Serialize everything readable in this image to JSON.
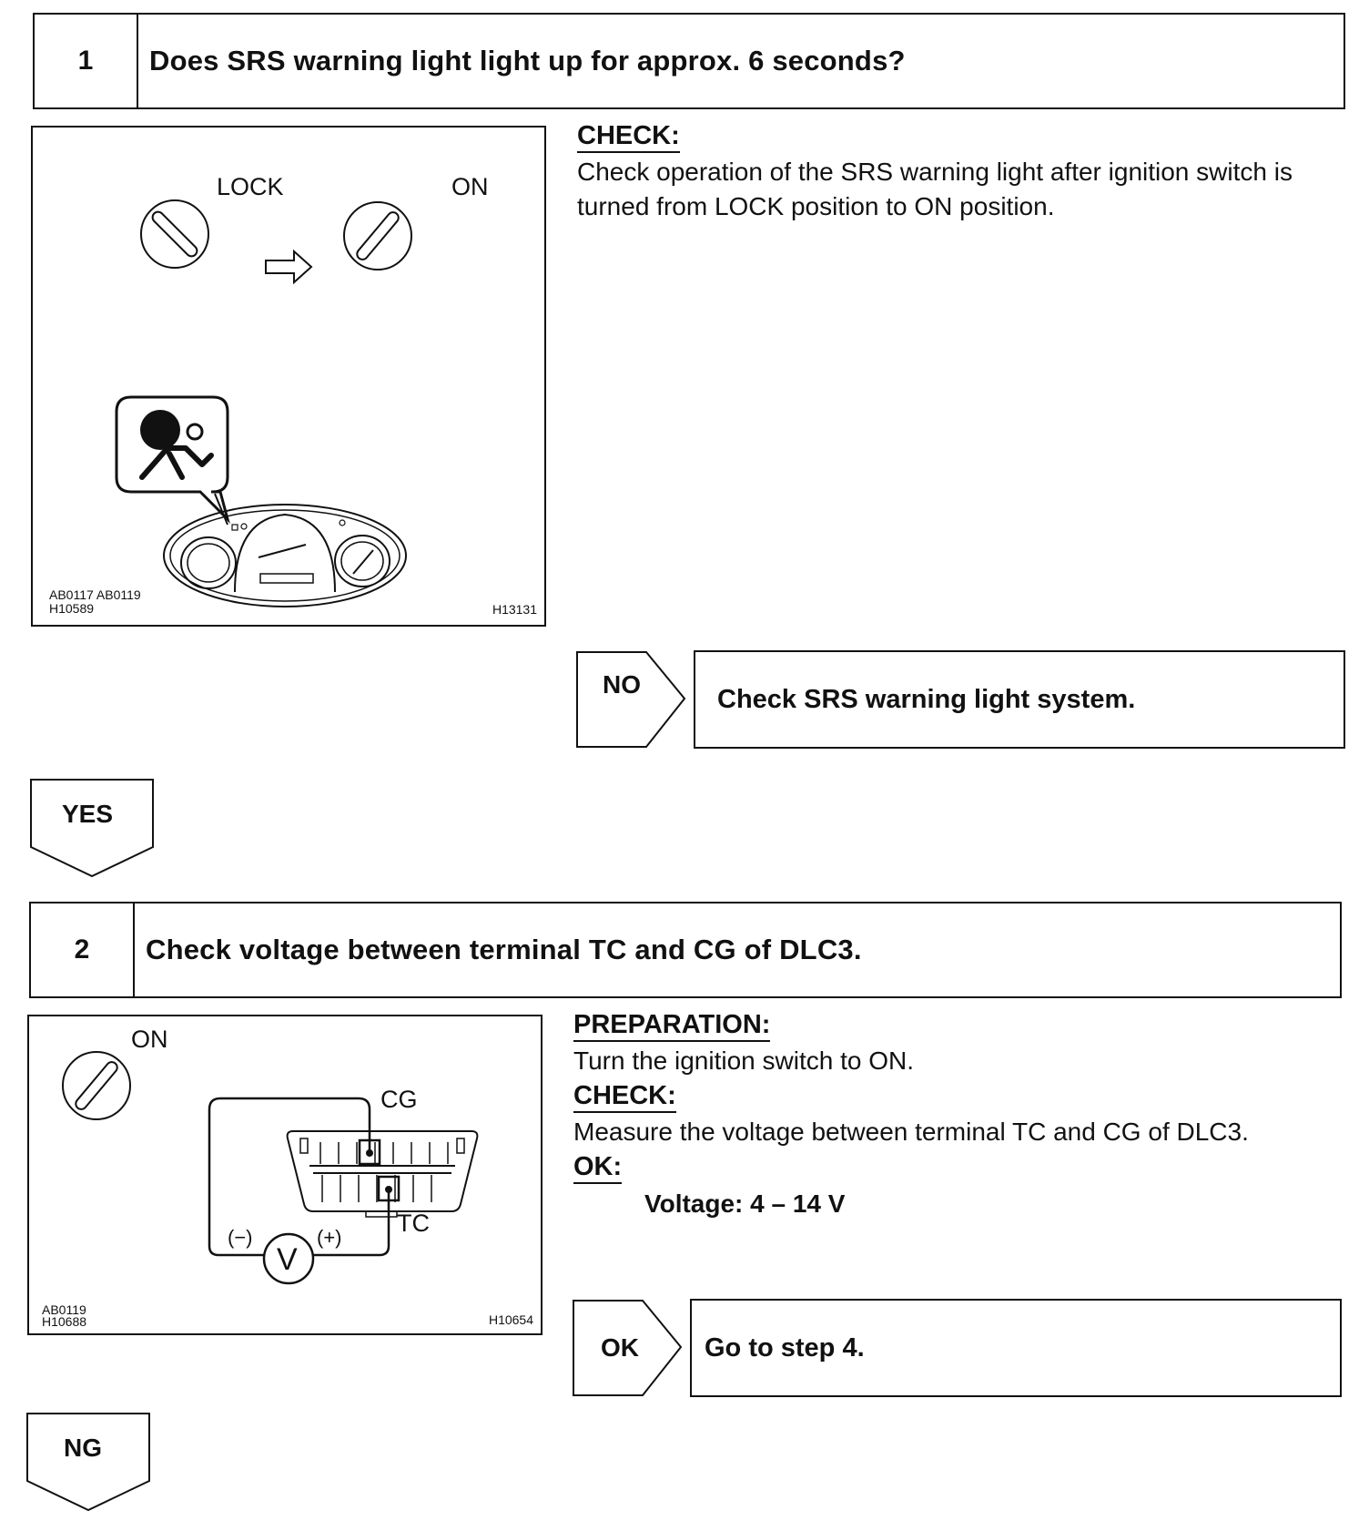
{
  "step1": {
    "number": "1",
    "title": "Does SRS warning light light up for approx. 6 seconds?",
    "figure": {
      "label_lock": "LOCK",
      "label_on": "ON",
      "code_left_line1": "AB0117 AB0119",
      "code_left_line2": "H10589",
      "code_right": "H13131"
    },
    "check_heading": "CHECK:",
    "check_text": "Check operation of the SRS warning light after ignition switch is turned from LOCK position to ON position.",
    "no_label": "NO",
    "no_result": "Check SRS warning light system.",
    "yes_label": "YES"
  },
  "step2": {
    "number": "2",
    "title": "Check voltage between terminal TC and CG of DLC3.",
    "figure": {
      "label_on": "ON",
      "label_cg": "CG",
      "label_tc": "TC",
      "label_minus": "(−)",
      "label_plus": "(+)",
      "label_v": "V",
      "code_left_line1": "AB0119",
      "code_left_line2": "H10688",
      "code_right": "H10654"
    },
    "preparation_heading": "PREPARATION:",
    "preparation_text": "Turn the ignition switch to ON.",
    "check_heading": "CHECK:",
    "check_text": "Measure the voltage between terminal TC and CG of DLC3.",
    "ok_heading": "OK:",
    "ok_spec": "Voltage: 4 – 14 V",
    "ok_label": "OK",
    "ok_result": "Go to step 4.",
    "ng_label": "NG"
  }
}
